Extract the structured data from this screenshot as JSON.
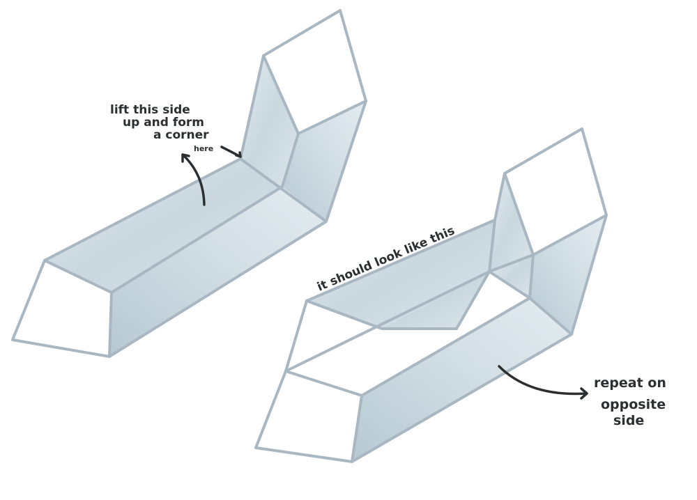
{
  "diagram": {
    "type": "folding-instruction-illustration",
    "colors": {
      "outline": "#a9b7c3",
      "fill_light": "#dfe8ed",
      "fill_dark": "#b9cbd5",
      "ink": "#2b2f31",
      "background": "#ffffff"
    },
    "figures": [
      {
        "id": "step-1",
        "description": "Folded strip with one end lifted up to form a corner"
      },
      {
        "id": "step-2",
        "description": "Result: strip folded with corners on both sides"
      }
    ],
    "annotations": {
      "lift": {
        "lines": [
          "lift this side",
          "up and form",
          "a corner"
        ],
        "here": "here"
      },
      "result": "it should look like this",
      "repeat": {
        "lines": [
          "repeat on",
          "opposite",
          "side"
        ]
      }
    }
  }
}
